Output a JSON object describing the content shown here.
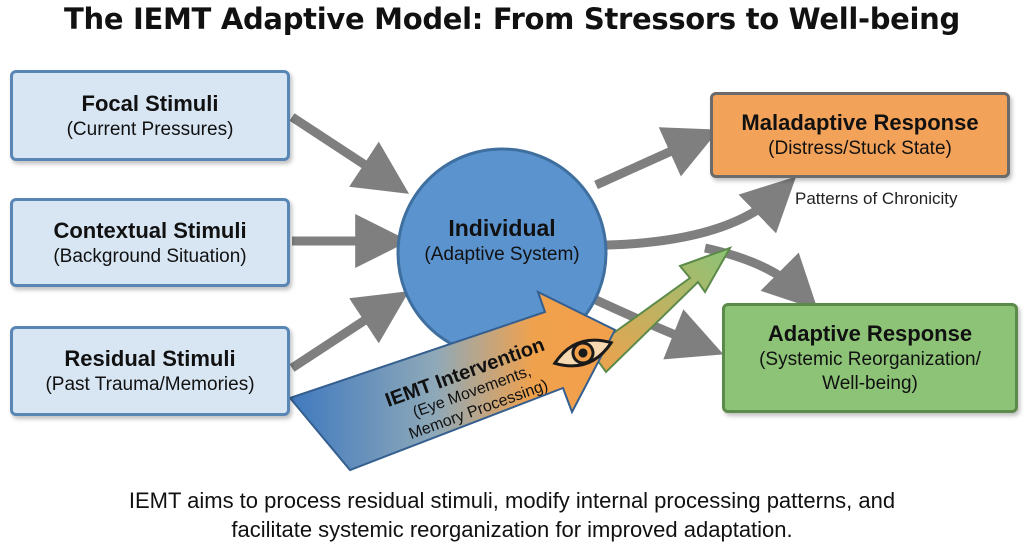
{
  "title": "The IEMT Adaptive Model: From Stressors to Well-being",
  "stimuli": [
    {
      "name": "Focal Stimuli",
      "desc": "(Current Pressures)"
    },
    {
      "name": "Contextual Stimuli",
      "desc": "(Background Situation)"
    },
    {
      "name": "Residual Stimuli",
      "desc": "(Past Trauma/Memories)"
    }
  ],
  "individual": {
    "name": "Individual",
    "desc": "(Adaptive System)"
  },
  "maladaptive": {
    "name": "Maladaptive Response",
    "desc": "(Distress/Stuck State)"
  },
  "chronicity_note": "Patterns of Chronicity",
  "adaptive": {
    "name": "Adaptive Response",
    "desc_line1": "(Systemic Reorganization/",
    "desc_line2": "Well-being)"
  },
  "intervention": {
    "name": "IEMT Intervention",
    "line1": "(Eye Movements,",
    "line2": "Memory Processing)"
  },
  "footer": {
    "line1": "IEMT aims to process residual stimuli, modify internal processing patterns, and",
    "line2": "facilitate systemic reorganization for improved adaptation."
  },
  "colors": {
    "stimuli_fill": "#d8e6f3",
    "stimuli_border": "#5a86b5",
    "individual_fill": "#5b93cf",
    "maladaptive_fill": "#f3a25a",
    "adaptive_fill": "#8cc377",
    "arrow_gray": "#7f7f7f",
    "intervention_start": "#3f79bf",
    "intervention_end": "#f0a14c"
  },
  "icons": {
    "intervention_icon": "eye-icon"
  }
}
